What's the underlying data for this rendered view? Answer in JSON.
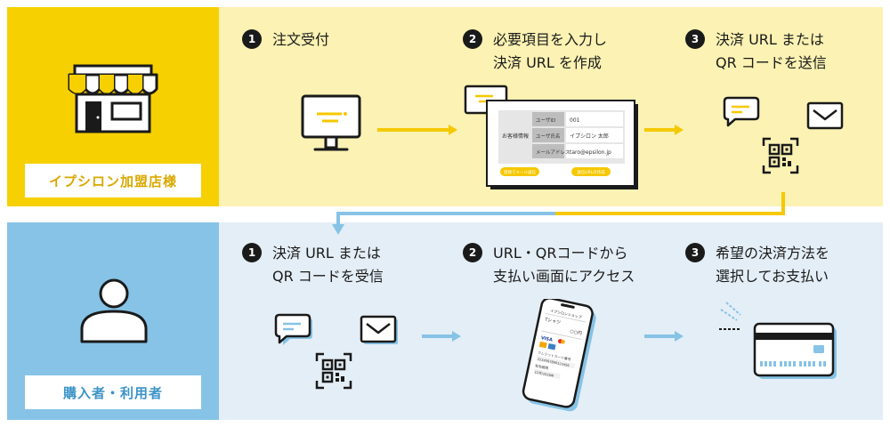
{
  "merchant": {
    "label": "イプシロン加盟店様"
  },
  "buyer": {
    "label": "購入者・利用者"
  },
  "top_steps": [
    {
      "num": "1",
      "text": "注文受付"
    },
    {
      "num": "2",
      "text": "必要項目を入力し\n決済 URL を作成"
    },
    {
      "num": "3",
      "text": "決済 URL または\nQR コードを送信"
    }
  ],
  "bottom_steps": [
    {
      "num": "1",
      "text": "決済 URL または\nQR コードを受信"
    },
    {
      "num": "2",
      "text": "URL・QRコードから\n支払い画面にアクセス"
    },
    {
      "num": "3",
      "text": "希望の決済方法を\n選択してお支払い"
    }
  ],
  "form_mock": {
    "side_label": "お客様情報",
    "rows": [
      {
        "key": "ユーザID",
        "value": "001"
      },
      {
        "key": "ユーザ氏名",
        "value": "イプシロン 太郎"
      },
      {
        "key": "メールアドレス",
        "value": "taro@epsilon.jp"
      }
    ],
    "button_left": "登録でメール送信",
    "button_right": "送信URLの作成"
  },
  "phone_mock": {
    "shop": "イプシロンショップ",
    "item": "Tシャツ",
    "price": "○○円",
    "card_brand": "VISA",
    "card_label": "クレジットカード番号",
    "card_number": "1234567890123456",
    "expiry_label": "有効期限",
    "expiry": "12月/2026年"
  },
  "colors": {
    "yellow": "#f6d000",
    "yellow_light": "#fbf2b3",
    "blue": "#86c3e6",
    "blue_light": "#e4eef6",
    "dark": "#1a1a1a"
  },
  "icons": [
    "store-icon",
    "monitor-icon",
    "chat-icon",
    "mail-icon",
    "qr-code-icon",
    "person-icon",
    "smartphone-icon",
    "credit-card-icon",
    "arrow-right-icon"
  ]
}
